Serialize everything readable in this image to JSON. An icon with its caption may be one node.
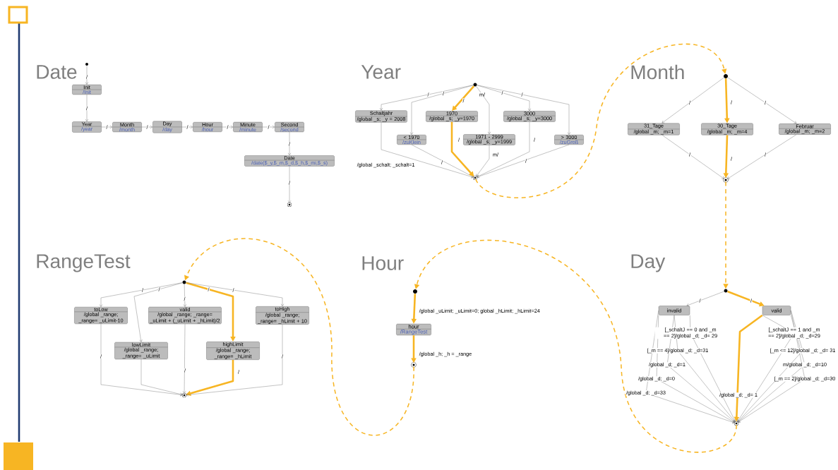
{
  "diagram": {
    "nodes": [
      {
        "text": [],
        "shape": "dot"
      },
      {
        "text": [
          "Init",
          "/Init"
        ]
      },
      {
        "text": [
          "Year",
          "/year"
        ]
      },
      {
        "text": [
          "Month",
          "/month"
        ]
      },
      {
        "text": [
          "Day",
          "/day"
        ]
      },
      {
        "text": [
          "Hour",
          "/hour"
        ]
      },
      {
        "text": [
          "Minute",
          "/minute"
        ]
      },
      {
        "text": [
          "Second",
          "/second"
        ]
      },
      {
        "text": [
          "Date",
          "/date($_y,$_m,$_d,$_h,$_mi,$_s)"
        ]
      },
      {
        "text": [],
        "shape": "bullseye"
      },
      {
        "text": [],
        "shape": "dot"
      },
      {
        "text": [
          "Schaltjahr",
          "/global _s; _y = 2008"
        ]
      },
      {
        "text": [
          "< 1970",
          "/zuKlein"
        ]
      },
      {
        "text": [
          "1970",
          "/global _s; _y=1970"
        ]
      },
      {
        "text": [
          "1971 - 2999",
          "/global _s; _y=1999"
        ]
      },
      {
        "text": [
          "3000",
          "/global _s; _y=3000"
        ]
      },
      {
        "text": [
          "> 3000",
          "/zuGroß"
        ]
      },
      {
        "text": [],
        "shape": "bullseye"
      },
      {
        "text": [],
        "shape": "dot"
      },
      {
        "text": [
          "31_Tage",
          "/global _m; _m=1"
        ]
      },
      {
        "text": [
          "30_Tage",
          "/global _m; _m=4"
        ]
      },
      {
        "text": [
          "Februar",
          "/global _m; _m=2"
        ]
      },
      {
        "text": [],
        "shape": "bullseye"
      },
      {
        "text": [],
        "shape": "dot"
      },
      {
        "text": [
          "toLow",
          "/global _range; _range= _uLimit-10"
        ]
      },
      {
        "text": [
          "lowLimit",
          "/global _range; _range= _uLimit"
        ]
      },
      {
        "text": [
          "valid",
          "/global _range; _range= _uLimit + (_uLimit + _hLimit)/2"
        ]
      },
      {
        "text": [
          "highLimit",
          "/global _range; _range= _hLimit"
        ]
      },
      {
        "text": [
          "toHigh",
          "/global _range; _range= _hLimit + 10"
        ]
      },
      {
        "text": [],
        "shape": "bullseye"
      },
      {
        "text": [],
        "shape": "dot"
      },
      {
        "text": [
          "hour",
          "/RangeTest"
        ]
      },
      {
        "text": [],
        "shape": "bullseye"
      },
      {
        "text": [],
        "shape": "dot"
      },
      {
        "text": [
          "invalid"
        ]
      },
      {
        "text": [
          "valid"
        ]
      },
      {
        "text": [],
        "shape": "bullseye"
      }
    ],
    "edges": [
      {
        "from": 0,
        "to": 1,
        "arrow": "to",
        "label": "/"
      },
      {
        "from": 1,
        "to": 2,
        "arrow": "to",
        "label": "/"
      },
      {
        "from": 2,
        "to": 3,
        "arrow": "to",
        "label": "/"
      },
      {
        "from": 3,
        "to": 4,
        "arrow": "to",
        "label": "/"
      },
      {
        "from": 4,
        "to": 5,
        "arrow": "to",
        "label": "/"
      },
      {
        "from": 5,
        "to": 6,
        "arrow": "to",
        "label": "/"
      },
      {
        "from": 6,
        "to": 7,
        "arrow": "to",
        "label": "/"
      },
      {
        "from": 7,
        "to": 8,
        "arrow": "to",
        "label": "/"
      },
      {
        "from": 8,
        "to": 9,
        "arrow": "to",
        "label": "/"
      },
      {
        "from": 10,
        "to": 11,
        "arrow": "to",
        "label": "/"
      },
      {
        "from": 10,
        "to": 12,
        "arrow": "to",
        "label": "/"
      },
      {
        "from": 10,
        "to": 13,
        "arrow": "to",
        "label": "/",
        "style": "thick",
        "color": "#f7b523"
      },
      {
        "from": 10,
        "to": 14,
        "arrow": "to",
        "label": "m/"
      },
      {
        "from": 10,
        "to": 15,
        "arrow": "to",
        "label": "/"
      },
      {
        "from": 10,
        "to": 16,
        "arrow": "to",
        "label": "/"
      },
      {
        "from": 11,
        "to": 17,
        "arrow": "to",
        "label": "/global _schalt; _schalt=1"
      },
      {
        "from": 12,
        "to": 17,
        "arrow": "to",
        "label": "/"
      },
      {
        "from": 13,
        "to": 17,
        "arrow": "to",
        "label": "/",
        "style": "thick",
        "color": "#f7b523"
      },
      {
        "from": 14,
        "to": 17,
        "arrow": "to",
        "label": "m/"
      },
      {
        "from": 15,
        "to": 17,
        "arrow": "to",
        "label": "/"
      },
      {
        "from": 16,
        "to": 17,
        "arrow": "to",
        "label": "/"
      },
      {
        "from": 18,
        "to": 19,
        "arrow": "to",
        "label": "/"
      },
      {
        "from": 18,
        "to": 20,
        "arrow": "to",
        "label": "/",
        "style": "thick",
        "color": "#f7b523"
      },
      {
        "from": 18,
        "to": 21,
        "arrow": "to",
        "label": "/"
      },
      {
        "from": 19,
        "to": 22,
        "arrow": "to",
        "label": "/"
      },
      {
        "from": 20,
        "to": 22,
        "arrow": "to",
        "label": "/",
        "style": "thick",
        "color": "#f7b523"
      },
      {
        "from": 21,
        "to": 22,
        "arrow": "to",
        "label": "/"
      },
      {
        "from": 23,
        "to": 24,
        "arrow": "to",
        "label": "/"
      },
      {
        "from": 23,
        "to": 25,
        "arrow": "to",
        "label": "/"
      },
      {
        "from": 23,
        "to": 26,
        "arrow": "to",
        "label": "/"
      },
      {
        "from": 23,
        "to": 27,
        "arrow": "to",
        "label": "/",
        "style": "thick",
        "color": "#f7b523"
      },
      {
        "from": 23,
        "to": 28,
        "arrow": "to",
        "label": "/"
      },
      {
        "from": 24,
        "to": 29,
        "arrow": "to",
        "label": "/"
      },
      {
        "from": 25,
        "to": 29,
        "arrow": "to"
      },
      {
        "from": 26,
        "to": 29,
        "arrow": "to",
        "label": "/"
      },
      {
        "from": 27,
        "to": 29,
        "arrow": "to",
        "label": "/",
        "style": "thick",
        "color": "#f7b523"
      },
      {
        "from": 28,
        "to": 29,
        "arrow": "to",
        "label": "/"
      },
      {
        "from": 30,
        "to": 31,
        "arrow": "to",
        "label": "/global _uLimit; _uLimit=0; global _hLimit; _hLimit=24",
        "style": "thick",
        "color": "#f7b523"
      },
      {
        "from": 31,
        "to": 32,
        "arrow": "to",
        "label": "/global _h; _h = _range",
        "style": "thick",
        "color": "#f7b523"
      },
      {
        "from": 33,
        "to": 34,
        "arrow": "to",
        "label": "/"
      },
      {
        "from": 33,
        "to": 35,
        "arrow": "to",
        "label": "/",
        "style": "thick",
        "color": "#f7b523"
      },
      {
        "from": 34,
        "to": 36,
        "arrow": "to",
        "label": "/global _d; _d=33"
      },
      {
        "from": 34,
        "to": 36,
        "arrow": "to",
        "label": "/global _d; _d=0"
      },
      {
        "from": 34,
        "to": 36,
        "arrow": "to",
        "label": "/global _d; _d=1"
      },
      {
        "from": 34,
        "to": 36,
        "arrow": "to",
        "label": "[_m == 4]/global _d; _d=31"
      },
      {
        "from": 34,
        "to": 36,
        "arrow": "to",
        "label": "[_schaltJ == 0 and _m == 2]/global _d; _d= 29"
      },
      {
        "from": 35,
        "to": 36,
        "arrow": "to",
        "label": "/global _d; _d= 1",
        "style": "thick",
        "color": "#f7b523"
      },
      {
        "from": 35,
        "to": 36,
        "arrow": "to",
        "label": "[_schaltJ == 1 and _m == 2]/global _d; _d=29"
      },
      {
        "from": 35,
        "to": 36,
        "arrow": "to",
        "label": "m/global _d; _d=10"
      },
      {
        "from": 35,
        "to": 36,
        "arrow": "to",
        "label": "[_m == 2]/global _d; _d=30"
      },
      {
        "from": 35,
        "to": 36,
        "arrow": "to",
        "label": "[_m <= 12]/global _d; _d= 31"
      },
      {
        "from": 17,
        "to": 18,
        "arrow": "to",
        "style": "dashed",
        "color": "#f7b523"
      },
      {
        "from": 22,
        "to": 33,
        "arrow": "to",
        "style": "dashed",
        "color": "#f7b523"
      },
      {
        "from": 36,
        "to": 30,
        "arrow": "to",
        "style": "dashed",
        "color": "#f7b523"
      },
      {
        "from": 32,
        "to": 23,
        "arrow": "to",
        "style": "dashed",
        "color": "#f7b523"
      }
    ],
    "labels": [
      "Date",
      "Year",
      "Month",
      "RangeTest",
      "Hour",
      "Day"
    ]
  }
}
